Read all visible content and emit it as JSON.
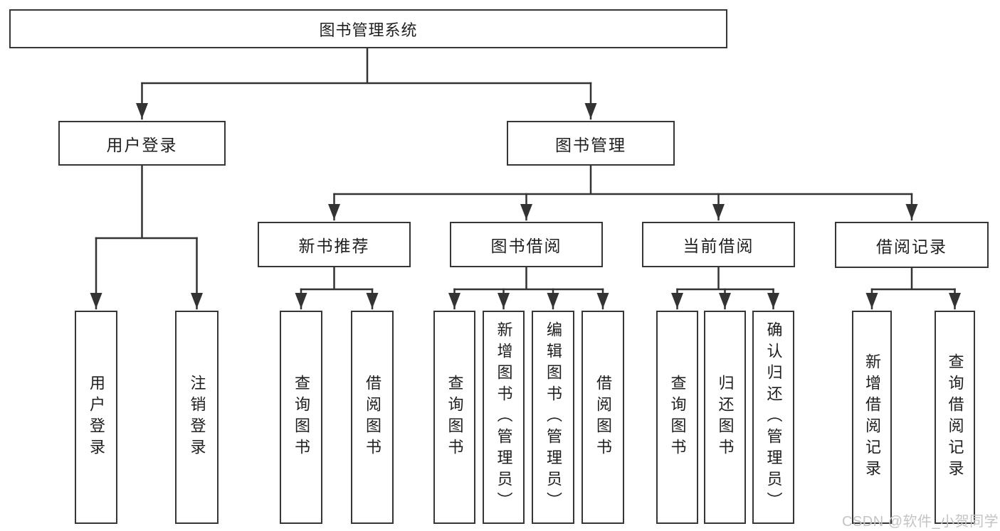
{
  "tree": {
    "root": {
      "label": "图书管理系统",
      "children": [
        {
          "label": "用户登录",
          "children": [
            {
              "label": "用户登录"
            },
            {
              "label": "注销登录"
            }
          ]
        },
        {
          "label": "图书管理",
          "children": [
            {
              "label": "新书推荐",
              "children": [
                {
                  "label": "查询图书"
                },
                {
                  "label": "借阅图书"
                }
              ]
            },
            {
              "label": "图书借阅",
              "children": [
                {
                  "label": "查询图书"
                },
                {
                  "label": "新增图书（管理员）"
                },
                {
                  "label": "编辑图书（管理员）"
                },
                {
                  "label": "借阅图书"
                }
              ]
            },
            {
              "label": "当前借阅",
              "children": [
                {
                  "label": "查询图书"
                },
                {
                  "label": "归还图书"
                },
                {
                  "label": "确认归还（管理员）"
                }
              ]
            },
            {
              "label": "借阅记录",
              "children": [
                {
                  "label": "新增借阅记录"
                },
                {
                  "label": "查询借阅记录"
                }
              ]
            }
          ]
        }
      ]
    }
  },
  "watermark": {
    "text": "CSDN @软件_小贺同学"
  },
  "colors": {
    "background": "#ffffff",
    "box_border": "#363636",
    "connector": "#333333",
    "text": "#1f1f1f",
    "watermark": "#c4c4c4"
  }
}
